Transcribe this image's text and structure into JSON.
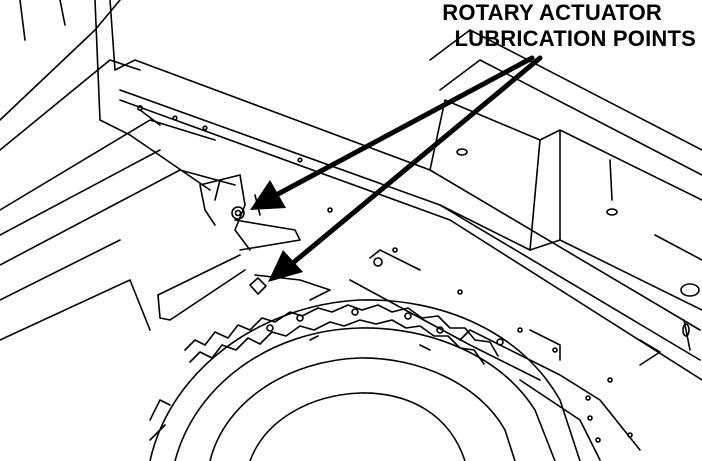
{
  "callout": {
    "line1": "ROTARY ACTUATOR",
    "line2": "LUBRICATION POINTS"
  },
  "colors": {
    "ink": "#000000",
    "paper": "#ffffff"
  },
  "callout_targets": 2
}
